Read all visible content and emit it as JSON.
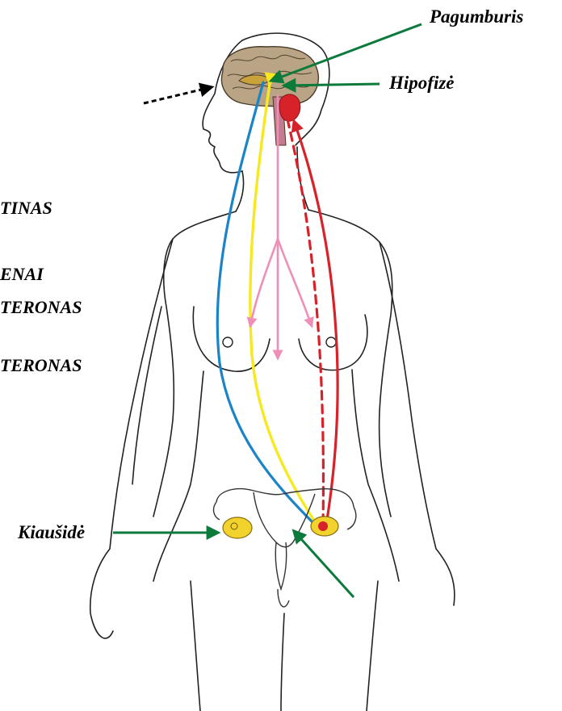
{
  "labels": {
    "pagumburis": "Pagumburis",
    "hipofize": "Hipofizė",
    "kiausides": "Kiaušidė",
    "left_line_1": "TINAS",
    "left_line_2": "ENAI",
    "left_line_3": "TERONAS",
    "left_line_4": "TERONAS"
  },
  "colors": {
    "pointer_green": "#0b7a3b",
    "hormone_blue": "#1a84c7",
    "hormone_yellow": "#f7e81f",
    "hormone_pink": "#ef8fb8",
    "hormone_red": "#d7222a",
    "brain_pink": "#d99aa8",
    "ovary_yellow": "#f2d22c",
    "outline": "#222222"
  },
  "icons": [
    "dashed-arrow-icon",
    "brain-icon",
    "pituitary-gland-icon",
    "ovary-icon",
    "uterus-icon"
  ]
}
